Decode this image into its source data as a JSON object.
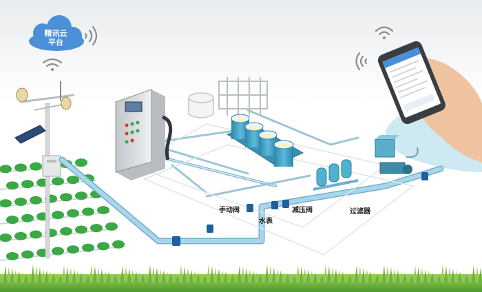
{
  "cloud": {
    "line1": "精讯云",
    "line2": "平台"
  },
  "labels": {
    "manual_valve": "手动阀",
    "water_meter": "水表",
    "pressure_reducing_valve": "减压阀",
    "filter": "过滤器"
  },
  "colors": {
    "cloud": "#4a90d8",
    "pipe": "#a9d6ea",
    "pipe_dark": "#6fb0cc",
    "tank": "#4fa7c9",
    "valve": "#1f5f9e",
    "cabinet": "#d9dcde",
    "plant": "#3aa845",
    "grass": "#7bbf3e",
    "sky_blob": "#cfe9f3"
  }
}
